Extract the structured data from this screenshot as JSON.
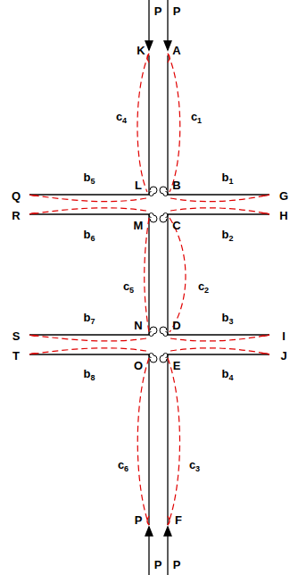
{
  "diagram": {
    "labels": [
      "P",
      "P",
      "K",
      "A",
      "c4",
      "c1",
      "b5",
      "b1",
      "Q",
      "L",
      "B",
      "G",
      "R",
      "M",
      "C",
      "H",
      "b6",
      "b2",
      "c5",
      "c2",
      "b7",
      "b3",
      "S",
      "N",
      "D",
      "I",
      "T",
      "O",
      "E",
      "J",
      "b8",
      "b4",
      "c6",
      "c3",
      "P",
      "F",
      "P",
      "P"
    ]
  }
}
